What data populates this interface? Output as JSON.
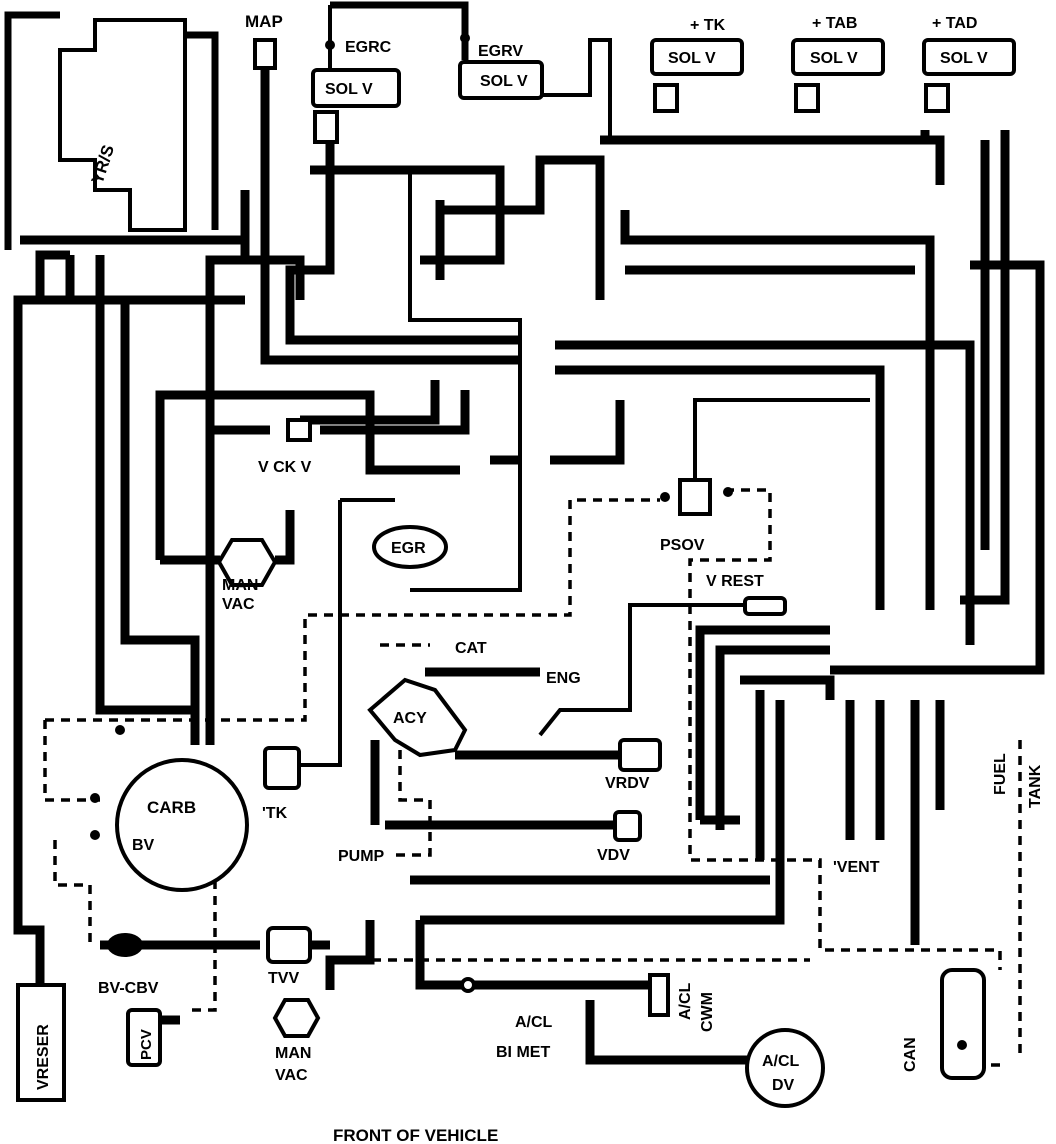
{
  "labels": {
    "map": "MAP",
    "egrc": "EGRC",
    "egrv": "EGRV",
    "sol_v_egrc": "SOL V",
    "sol_v_egrv": "SOL V",
    "tk_plus": "+ TK",
    "tab_plus": "+ TAB",
    "tad_plus": "+ TAD",
    "sol_v_tk": "SOL V",
    "sol_v_tab": "SOL V",
    "sol_v_tad": "SOL V",
    "yrs": "YR/S",
    "vckv": "V CK V",
    "man_vac_top_1": "MAN",
    "man_vac_top_2": "VAC",
    "egr": "EGR",
    "psov": "PSOV",
    "vrest": "V REST",
    "cat": "CAT",
    "eng": "ENG",
    "acy": "ACY",
    "vrdv": "VRDV",
    "vdv": "VDV",
    "pump": "PUMP",
    "tk": "'TK",
    "carb": "CARB",
    "bv": "BV",
    "bvcbv": "BV-CBV",
    "tvv": "TVV",
    "man_vac_bot_1": "MAN",
    "man_vac_bot_2": "VAC",
    "vreser": "VRESER",
    "pcv": "PCV",
    "acl": "A/CL",
    "bimet": "BI MET",
    "acl_cwm_1": "A/CL",
    "acl_cwm_2": "CWM",
    "acl_dv_1": "A/CL",
    "acl_dv_2": "DV",
    "vent": "'VENT",
    "fuel": "FUEL",
    "tank": "TANK",
    "can": "CAN",
    "front": "FRONT OF VEHICLE"
  }
}
